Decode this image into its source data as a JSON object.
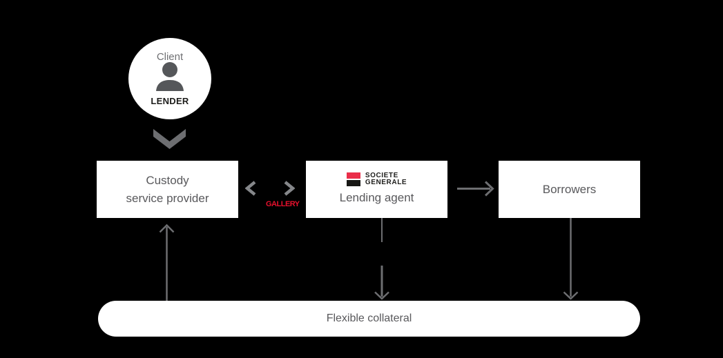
{
  "client": {
    "label": "Client",
    "role": "LENDER"
  },
  "boxes": {
    "custody": {
      "lines": [
        "Custody",
        "service provider"
      ]
    },
    "lending": {
      "label": "Lending agent",
      "brand": {
        "line1": "SOCIETE",
        "line2": "GENERALE"
      }
    },
    "borrowers": {
      "label": "Borrowers"
    },
    "collateral": {
      "label": "Flexible collateral"
    }
  },
  "gallery": {
    "label": "GALLERY"
  },
  "icons": {
    "person": "person-icon",
    "chevron_down": "chevron-down-icon",
    "chevron_left": "chevron-left-icon",
    "chevron_right": "chevron-right-icon",
    "arrow_up": "arrow-up-icon",
    "arrow_down": "arrow-down-icon",
    "arrow_right": "arrow-right-icon",
    "logo": "societe-generale-logo-icon"
  },
  "colors": {
    "background": "#000000",
    "box_bg": "#ffffff",
    "text_gray": "#58585b",
    "client_gray": "#6f7073",
    "lender_black": "#1d1d1b",
    "icon_gray": "#55575a",
    "arrow_gray": "#6d6e71",
    "chevron_gray": "#85878a",
    "gallery_red": "#e8112d",
    "logo_red": "#ea2e49",
    "logo_black": "#171715",
    "logo_text": "#1d1d1b"
  }
}
